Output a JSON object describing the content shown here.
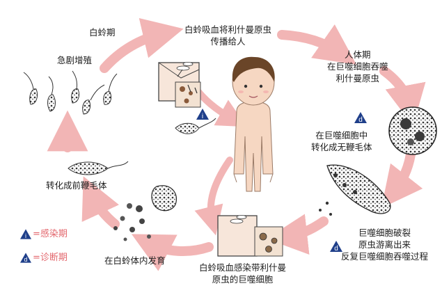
{
  "colors": {
    "arrow": "#f2b5b5",
    "badge": "#1f3f8a",
    "legend_text": "#e3686e",
    "skin": "#f6d7c2",
    "hair": "#6a4528",
    "cell_dark": "#3a3a3a"
  },
  "labels": {
    "sandfly_stage": "白蛉期",
    "bite_transmit": "白蛉吸血将利什曼原虫\n传播给人",
    "human_stage": "人体期\n在巨噬细胞吞噬\n利什曼原虫",
    "amastigote": "在巨噬细胞中\n转化成无鞭毛体",
    "macrophage_burst": "巨噬细胞破裂\n原虫游离出来\n反复巨噬细胞吞噬过程",
    "bite_infected": "白蛉吸血感染带利什曼\n原虫的巨噬细胞",
    "develop_in_sandfly": "在白蛉体内发育",
    "promastigote": "转化成前鞭毛体",
    "rapid_multiply": "急剧增殖"
  },
  "badges": {
    "infective": "i",
    "diagnostic": "d"
  },
  "legend": {
    "infective_label": "=感染期",
    "diagnostic_label": "=诊断期"
  },
  "icons": [
    "sandfly-bite-panel-icon",
    "human-figure",
    "macrophage-icon",
    "promastigote-icon"
  ]
}
